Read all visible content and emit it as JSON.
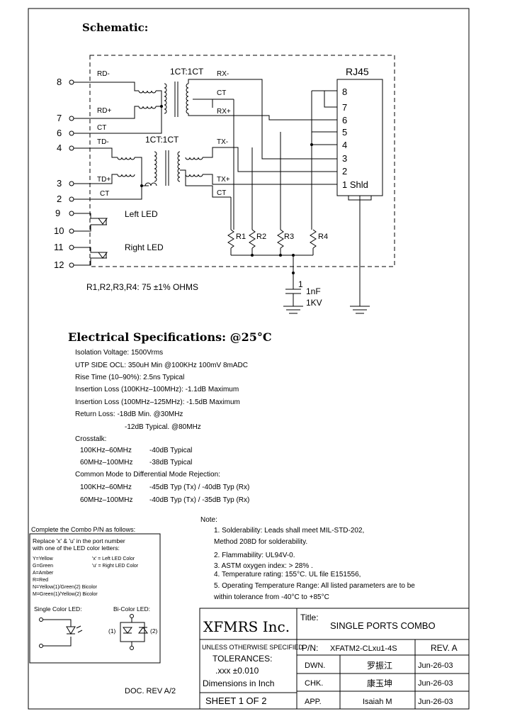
{
  "schematic": {
    "title": "Schematic:",
    "pins": [
      "8",
      "7",
      "6",
      "4",
      "3",
      "2",
      "9",
      "10",
      "11",
      "12"
    ],
    "transformer_labels": [
      "1CT:1CT",
      "1CT:1CT"
    ],
    "net_labels": {
      "rd_minus": "RD-",
      "rd_plus": "RD+",
      "ct1": "CT",
      "td_minus": "TD-",
      "td_plus": "TD+",
      "ct2": "CT",
      "rx_minus": "RX-",
      "ct3": "CT",
      "rx_plus": "RX+",
      "tx_minus": "TX-",
      "tx_plus": "TX+",
      "ct4": "CT"
    },
    "rj45": {
      "label": "RJ45",
      "pins": [
        "8",
        "7",
        "6",
        "5",
        "4",
        "3",
        "2",
        "1 Shld"
      ]
    },
    "resistors": [
      "R1",
      "R2",
      "R3",
      "R4"
    ],
    "led_labels": {
      "left": "Left LED",
      "right": "Right LED"
    },
    "capacitor": {
      "node": "1",
      "value": "1nF",
      "voltage": "1KV"
    },
    "resistor_note": "R1,R2,R3,R4: 75 ±1% OHMS"
  },
  "electrical": {
    "title": "Electrical  Specifications: @25°C",
    "lines": [
      "Isolation Voltage:  1500Vrms",
      "UTP SIDE OCL: 350uH Min @100KHz 100mV 8mADC",
      "Rise Time (10–90%): 2.5ns Typical",
      "Insertion Loss (100KHz–100MHz): -1.1dB Maximum",
      "Insertion Loss (100MHz–125MHz): -1.5dB Maximum",
      "Return Loss: -18dB Min. @30MHz"
    ],
    "return_loss_2": "-12dB Typical. @80MHz",
    "crosstalk_title": "Crosstalk:",
    "crosstalk": [
      {
        "range": "100KHz–60MHz",
        "value": "-40dB Typical"
      },
      {
        "range": "60MHz–100MHz",
        "value": "-38dB Typical"
      }
    ],
    "cmdr_title": "Common Mode to Differential Mode Rejection:",
    "cmdr": [
      {
        "range": "100KHz–60MHz",
        "value": "-45dB Typ (Tx) / -40dB Typ (Rx)"
      },
      {
        "range": "60MHz–100MHz",
        "value": "-40dB Typ (Tx) / -35dB Typ (Rx)"
      }
    ]
  },
  "combo_box": {
    "heading": "Complete  the  Combo  P/N  as  follows:",
    "line1": "Replace 'x' & 'u' in the port number",
    "line2": "with one of the LED color letters:",
    "colors": [
      "Y=Yellow",
      "G=Green",
      "A=Amber",
      "R=Red",
      "N=Yellow(1)/Green(2) Bicolor",
      "M=Green(1)/Yellow(2) Bicolor"
    ],
    "x_note": "'x' = Left LED Color",
    "u_note": "'u' = Right LED Color",
    "single_label": "Single Color LED:",
    "bi_label": "Bi-Color LED:",
    "bi_pin1": "(1)",
    "bi_pin2": "(2)"
  },
  "notes": {
    "title": "Note:",
    "items": [
      "1.  Solderability: Leads shall meet MIL-STD-202,",
      "     Method 208D for solderability.",
      "2.  Flammability: UL94V-0.",
      "3.  ASTM oxygen index: > 28% .",
      "4.  Temperature rating: 155°C. UL file E151556,",
      "5.  Operating Temperature Range: All listed parameters are to be",
      "     within tolerance from  -40°C to +85°C"
    ]
  },
  "doc_rev": "DOC. REV A/2",
  "title_block": {
    "company": "XFMRS Inc.",
    "title_label": "Title:",
    "title": "SINGLE PORTS COMBO",
    "unless": "UNLESS OTHERWISE SPECIFIED",
    "tol_title": "TOLERANCES:",
    "tol_value": ".xxx ±0.010",
    "dimensions": "Dimensions in Inch",
    "sheet": "SHEET  1  OF  2",
    "pn_label": "P/N:",
    "pn": "XFATM2-CLxu1-4S",
    "rev": "REV. A",
    "dwn_label": "DWN.",
    "dwn_sig": "罗振江",
    "dwn_date": "Jun-26-03",
    "chk_label": "CHK.",
    "chk_sig": "康玉坤",
    "chk_date": "Jun-26-03",
    "app_label": "APP.",
    "app_sig": "Isaiah M",
    "app_date": "Jun-26-03"
  }
}
